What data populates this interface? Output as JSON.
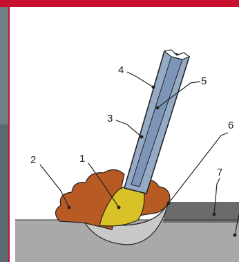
{
  "diagram": {
    "callouts": [
      {
        "id": "1",
        "text": "1"
      },
      {
        "id": "2",
        "text": "2"
      },
      {
        "id": "3",
        "text": "3"
      },
      {
        "id": "4",
        "text": "4"
      },
      {
        "id": "5",
        "text": "5"
      },
      {
        "id": "6",
        "text": "6"
      },
      {
        "id": "7",
        "text": "7"
      }
    ]
  },
  "colors": {
    "frame_border": "#c8102e",
    "left_photo_strip": "#6e7f85",
    "base_metal": "#a9a9a9",
    "plate_top": "#6b6b6b",
    "slag_crust": "#b85a24",
    "weld_pool": "#d8c227",
    "crater_shell": "#c9c9c9",
    "electrode_outer": "#95aac6",
    "electrode_core": "#7c95b8"
  }
}
